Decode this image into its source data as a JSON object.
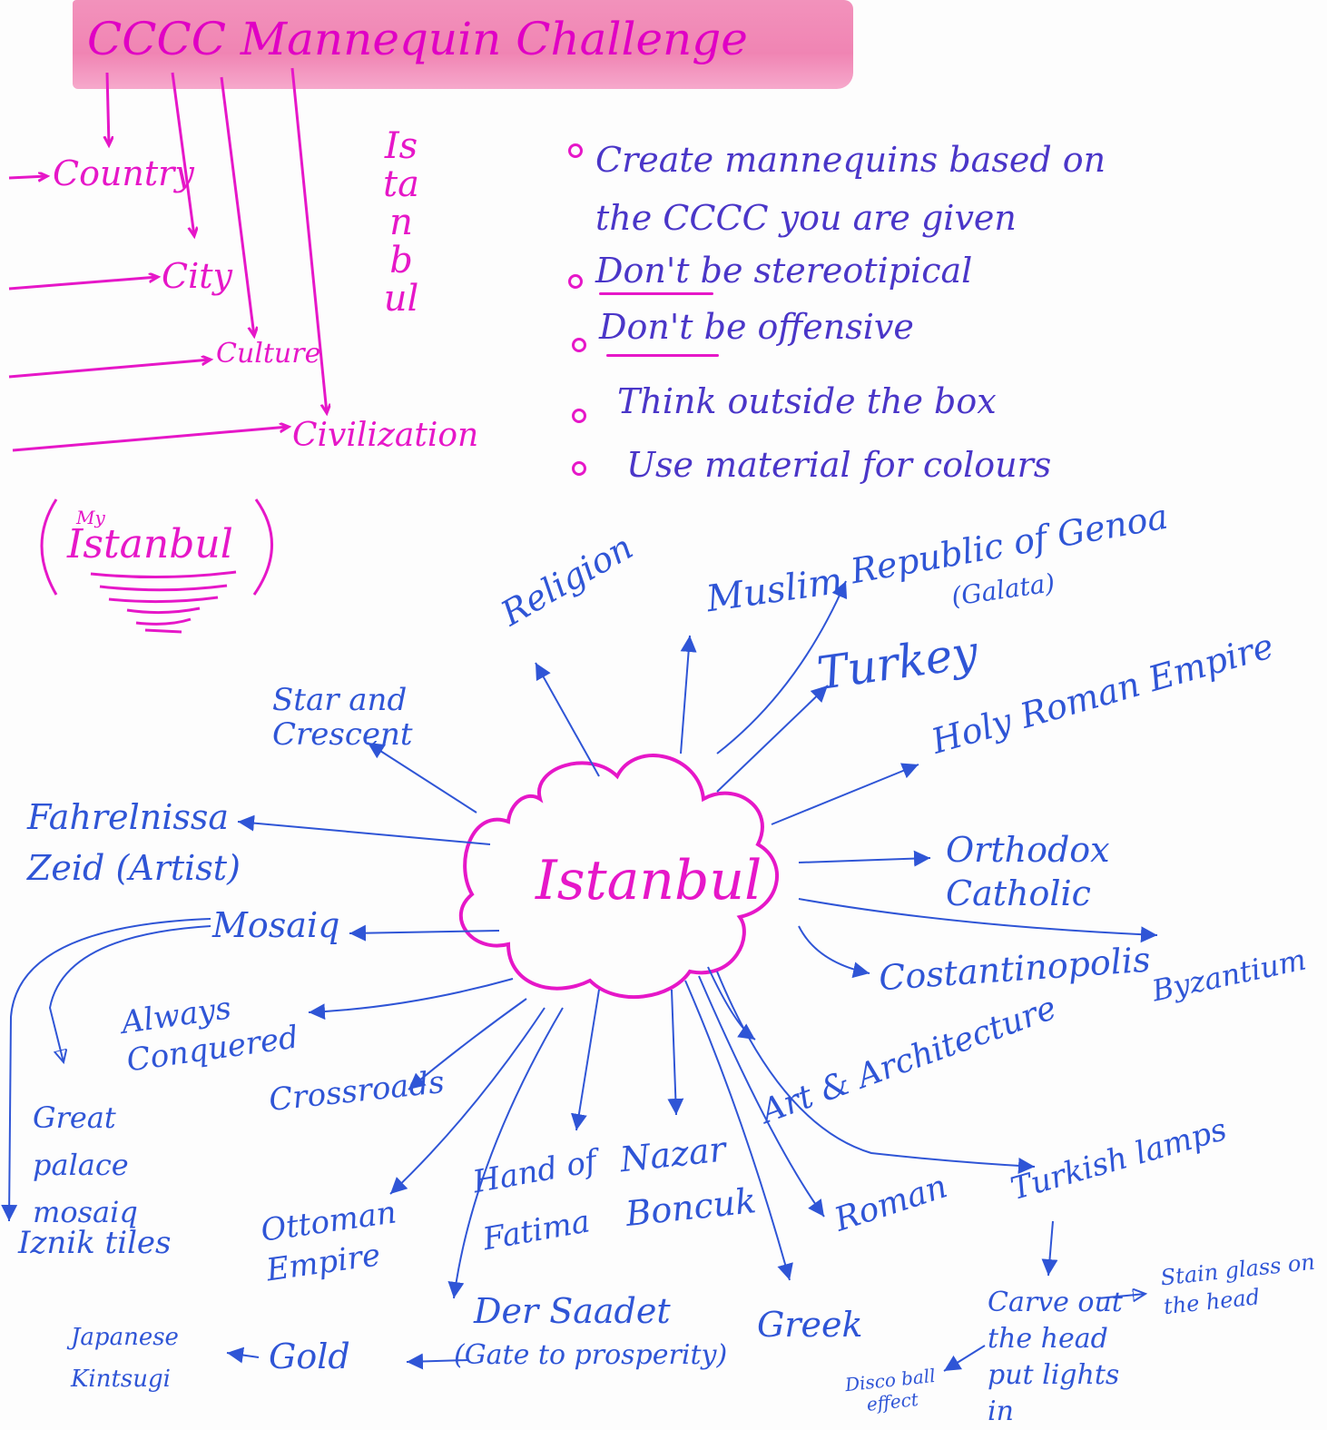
{
  "title": "CCCC Mannequin Challenge",
  "cccc": {
    "items": [
      "Country",
      "City",
      "Culture",
      "Civilization"
    ],
    "vertical_word": "Istanbul",
    "my_city": "Istanbul",
    "my_prefix": "My"
  },
  "bullets": [
    "Create mannequins based on the CCCC you are given",
    "Don't be stereotipical",
    "Don't be offensive",
    "Think outside the box",
    "Use material for colours"
  ],
  "mindmap": {
    "center": "Istanbul",
    "nodes": {
      "star": "Star and Crescent",
      "religion": "Religion",
      "muslim": "Muslim",
      "genoa": "Republic of Genoa",
      "galata": "(Galata)",
      "turkey": "Turkey",
      "holy_roman": "Holy Roman Empire",
      "orthodox": "Orthodox Catholic",
      "byzantium": "Byzantium",
      "costantinopolis": "Costantinopolis",
      "art": "Art & Architecture",
      "fahrelnissa": "Fahrelnissa Zeid (Artist)",
      "mosaiq": "Mosaiq",
      "always": "Always Conquered",
      "great_palace": "Great palace mosaiq",
      "iznik": "Iznik tiles",
      "crossroads": "Crossroads",
      "ottoman": "Ottoman Empire",
      "hand": "Hand of Fatima",
      "nazar": "Nazar Boncuk",
      "roman": "Roman",
      "greek": "Greek",
      "turkish_lamps": "Turkish lamps",
      "carve": "Carve out the head put lights in",
      "stain": "Stain glass on the head",
      "disco": "Disco ball effect",
      "der_saadet": "Der Saadet",
      "gate": "(Gate to prosperity)",
      "gold": "Gold",
      "kintsugi": "Japanese Kintsugi"
    }
  }
}
